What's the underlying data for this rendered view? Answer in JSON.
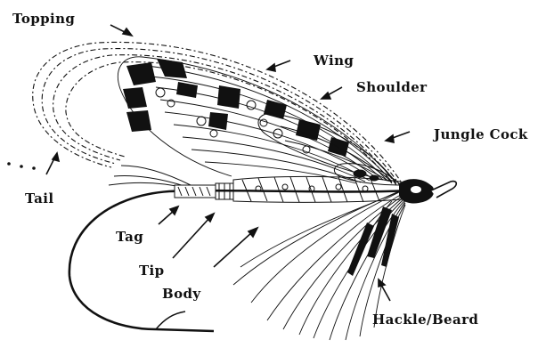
{
  "labels": {
    "topping": "Topping",
    "wing": "Wing",
    "shoulder": "Shoulder",
    "jungle_cock": "Jungle Cock",
    "tail": "Tail",
    "tag": "Tag",
    "tip": "Tip",
    "body": "Body",
    "hackle_beard": "Hackle/Beard"
  },
  "colors": {
    "ink": "#111111",
    "background": "#ffffff"
  }
}
